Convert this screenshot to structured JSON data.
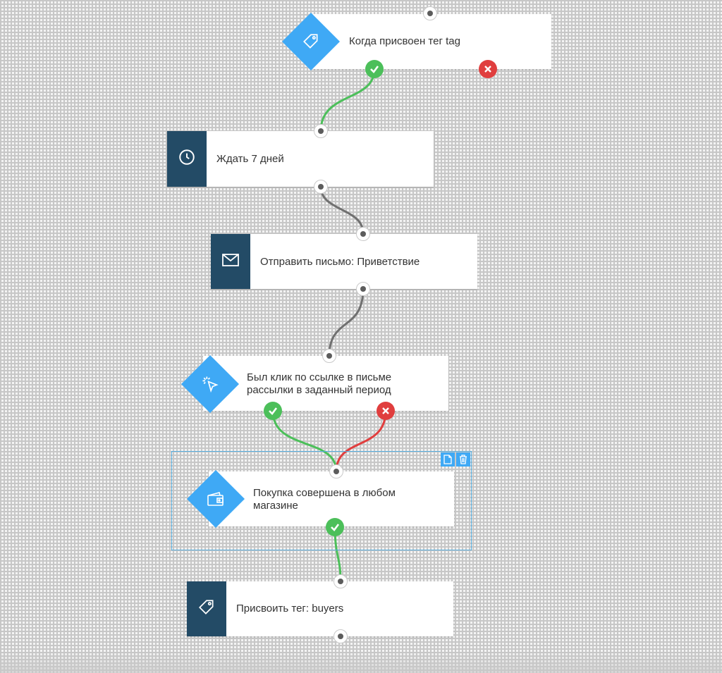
{
  "colors": {
    "dark_node": "#234b66",
    "diamond": "#3fa9f5",
    "yes_wire": "#4cbf5a",
    "no_wire": "#e03e3e",
    "plain_wire": "#707070",
    "selection": "#55aee0"
  },
  "nodes": {
    "trigger_tag": {
      "label": "Когда присвоен тег tag",
      "icon": "tag-icon"
    },
    "wait": {
      "label": "Ждать 7 дней",
      "icon": "clock-icon"
    },
    "send_email": {
      "label": "Отправить письмо: Приветствие",
      "icon": "envelope-icon"
    },
    "link_click": {
      "label_line1": "Был клик по ссылке в письме",
      "label_line2": "рассылки в заданный период",
      "icon": "cursor-click-icon"
    },
    "purchase": {
      "label_line1": "Покупка совершена в любом",
      "label_line2": "магазине",
      "icon": "wallet-icon"
    },
    "assign_tag": {
      "label": "Присвоить тег: buyers",
      "icon": "tag-icon"
    }
  },
  "toolbar": {
    "copy_icon": "document-icon",
    "delete_icon": "trash-icon"
  }
}
